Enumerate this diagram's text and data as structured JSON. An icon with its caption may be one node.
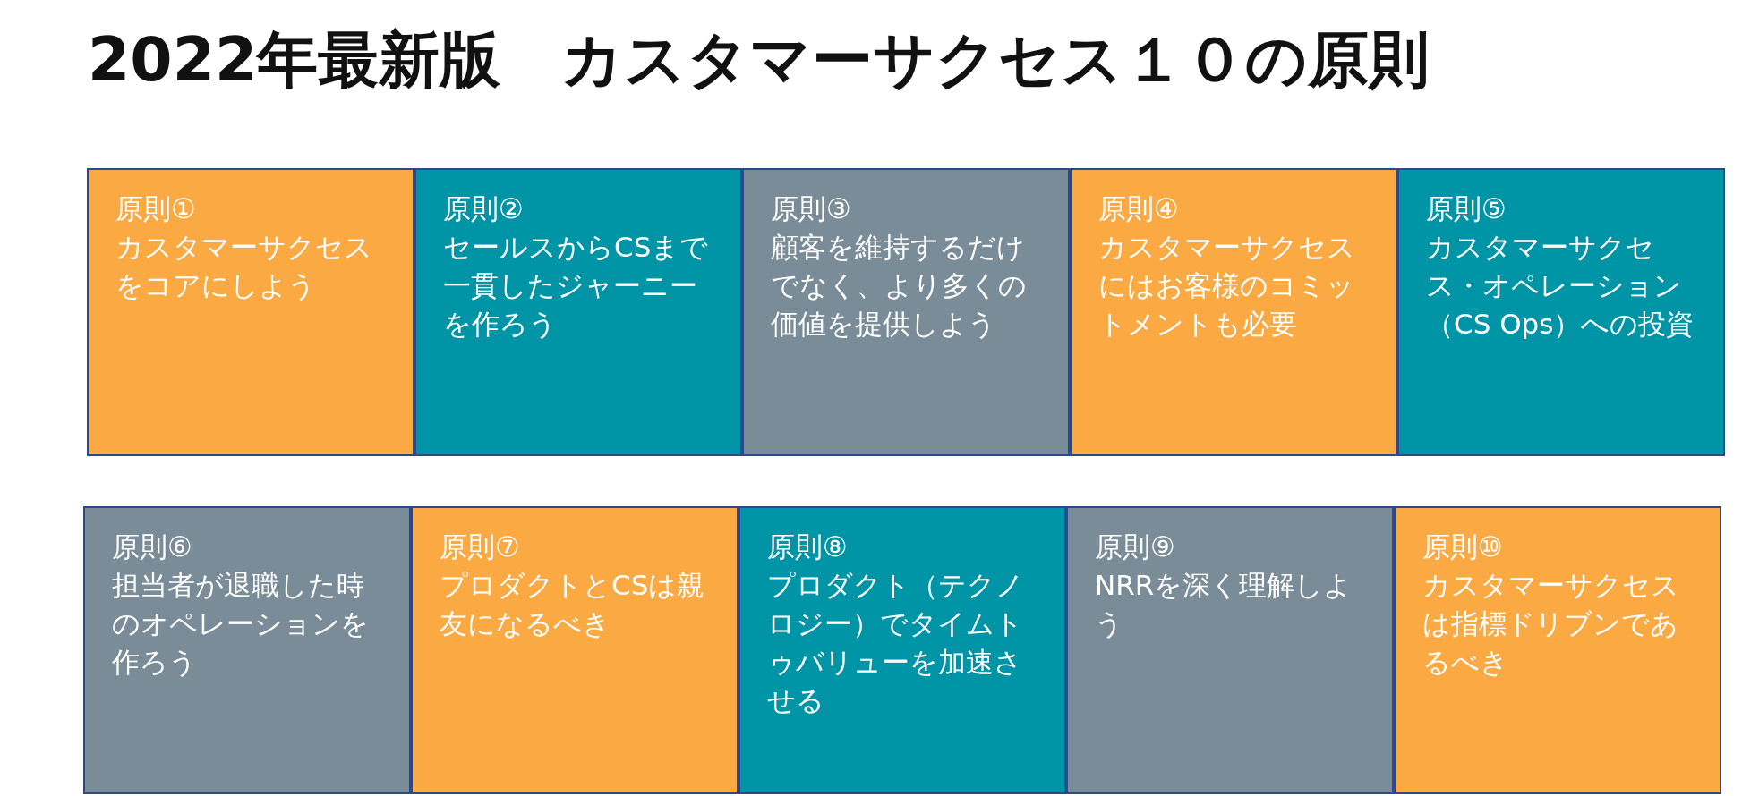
{
  "diagram": {
    "title": "2022年最新版　カスタマーサクセス１０の原則",
    "nodes": [
      {
        "text": [
          "原則①",
          "カスタマーサクセスをコアにしよう"
        ]
      },
      {
        "text": [
          "原則②",
          "セールスからCSまで一貫したジャーニーを作ろう"
        ]
      },
      {
        "text": [
          "原則③",
          "顧客を維持するだけでなく、より多くの価値を提供しよう"
        ]
      },
      {
        "text": [
          "原則④",
          "カスタマーサクセスにはお客様のコミットメントも必要"
        ]
      },
      {
        "text": [
          "原則⑤",
          "カスタマーサクセス・オペレーション（CS Ops）への投資"
        ]
      },
      {
        "text": [
          "原則⑥",
          "担当者が退職した時のオペレーションを作ろう"
        ]
      },
      {
        "text": [
          "原則⑦",
          "プロダクトとCSは親友になるべき"
        ]
      },
      {
        "text": [
          "原則⑧",
          "プロダクト（テクノロジー）でタイムトゥバリューを加速させる"
        ]
      },
      {
        "text": [
          "原則⑨",
          "NRRを深く理解しよう"
        ]
      },
      {
        "text": [
          "原則⑩",
          "カスタマーサクセスは指標ドリブンであるべき"
        ]
      }
    ]
  }
}
